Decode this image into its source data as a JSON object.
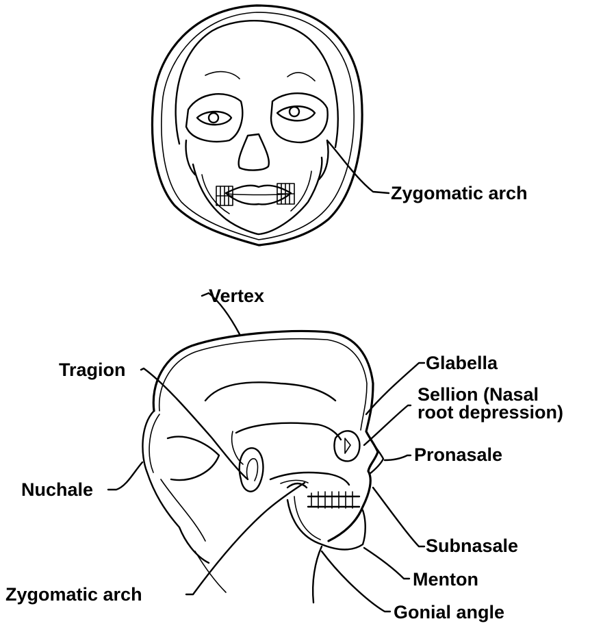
{
  "front_view": {
    "labels": {
      "zygomatic_arch": "Zygomatic  arch"
    }
  },
  "side_view": {
    "labels": {
      "vertex": "Vertex",
      "tragion": "Tragion",
      "glabella": "Glabella",
      "sellion_line1": "Sellion (Nasal",
      "sellion_line2": "root  depression)",
      "pronasale": "Pronasale",
      "nuchale": "Nuchale",
      "subnasale": "Subnasale",
      "menton": "Menton",
      "zygomatic_arch": "Zygomatic  arch",
      "gonial_angle": "Gonial  angle"
    }
  }
}
